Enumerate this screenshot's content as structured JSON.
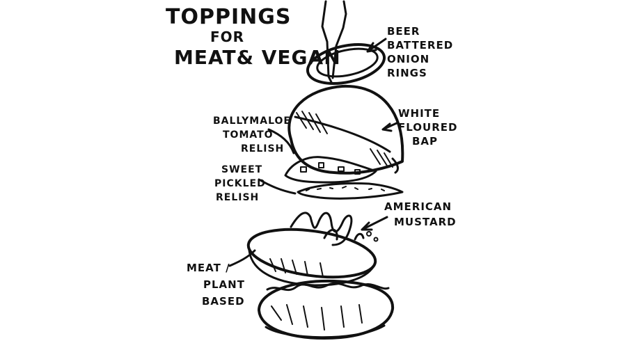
{
  "title": {
    "line1": "TOPPINGS",
    "line2": "FOR",
    "line3": "MEAT& VEGAN"
  },
  "labels": {
    "onion_rings": [
      "BEER",
      "BATTERED",
      "ONION",
      "RINGS"
    ],
    "bap": [
      "WHITE",
      "FLOURED",
      "BAP"
    ],
    "tomato_relish": [
      "BALLYMALOE",
      "TOMATO",
      "RELISH"
    ],
    "pickled_relish": [
      "SWEET",
      "PICKLED",
      "RELISH"
    ],
    "mustard": [
      "AMERICAN",
      "MUSTARD"
    ],
    "patty": [
      "MEAT /",
      "PLANT",
      "BASED"
    ]
  },
  "colors": {
    "ink": "#111111",
    "paper": "#ffffff"
  }
}
